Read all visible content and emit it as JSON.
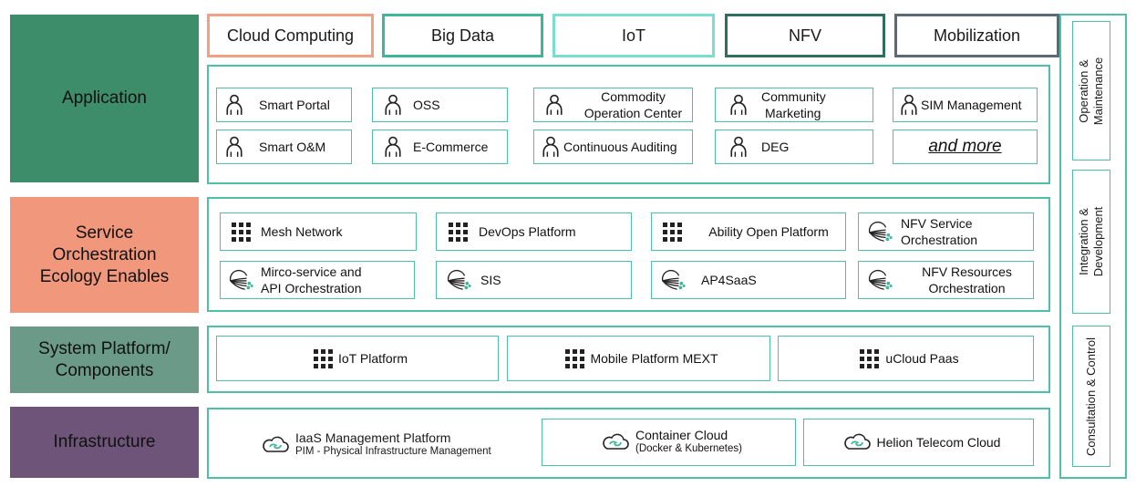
{
  "tabs": [
    {
      "label": "Cloud Computing",
      "color": "#f0a085"
    },
    {
      "label": "Big Data",
      "color": "#3fb59b"
    },
    {
      "label": "IoT",
      "color": "#79ddd0"
    },
    {
      "label": "NFV",
      "color": "#2e6e5e"
    },
    {
      "label": "Mobilization",
      "color": "#5a6a78"
    }
  ],
  "layers": [
    {
      "label": "Application",
      "color": "#3d8c6a"
    },
    {
      "label": "Service Orchestration Ecology Enables",
      "line1": "Service",
      "line2": "Orchestration",
      "line3": "Ecology Enables",
      "color": "#f0977c"
    },
    {
      "label": "System Platform/ Components",
      "line1": "System Platform/",
      "line2": "Components",
      "color": "#6b9a88"
    },
    {
      "label": "Infrastructure",
      "color": "#6e5478"
    }
  ],
  "application": {
    "items": [
      {
        "label": "Smart Portal",
        "icon": "user-icon"
      },
      {
        "label": "OSS",
        "icon": "user-icon"
      },
      {
        "label": "Commodity Operation Center",
        "line1": "Commodity",
        "line2": "Operation Center",
        "icon": "user-icon"
      },
      {
        "label": "Community Marketing",
        "line1": "Community",
        "line2": "Marketing",
        "icon": "user-icon"
      },
      {
        "label": "SIM Management",
        "icon": "user-icon"
      },
      {
        "label": "Smart O&M",
        "icon": "user-icon"
      },
      {
        "label": "E-Commerce",
        "icon": "user-icon"
      },
      {
        "label": "Continuous Auditing",
        "icon": "user-icon"
      },
      {
        "label": "DEG",
        "icon": "user-icon"
      }
    ],
    "more": "and more"
  },
  "service": {
    "items": [
      {
        "label": "Mesh Network",
        "icon": "grid-icon"
      },
      {
        "label": "DevOps Platform",
        "icon": "grid-icon"
      },
      {
        "label": "Ability Open Platform",
        "icon": "grid-icon"
      },
      {
        "label": "NFV Service Orchestration",
        "line1": "NFV Service",
        "line2": "Orchestration",
        "icon": "orchestration-icon"
      },
      {
        "label": "Mirco-service and API Orchestration",
        "line1": "Mirco-service and",
        "line2": "API Orchestration",
        "icon": "orchestration-icon"
      },
      {
        "label": "SIS",
        "icon": "orchestration-icon"
      },
      {
        "label": "AP4SaaS",
        "icon": "orchestration-icon"
      },
      {
        "label": "NFV Resources Orchestration",
        "line1": "NFV Resources",
        "line2": "Orchestration",
        "icon": "orchestration-icon"
      }
    ]
  },
  "platform": {
    "items": [
      {
        "label": "IoT Platform",
        "icon": "grid-icon"
      },
      {
        "label": "Mobile Platform MEXT",
        "icon": "grid-icon"
      },
      {
        "label": "uCloud Paas",
        "icon": "grid-icon"
      }
    ]
  },
  "infrastructure": {
    "items": [
      {
        "label": "IaaS Management Platform",
        "sub": "PIM - Physical Infrastructure Management",
        "icon": "cloud-icon"
      },
      {
        "label": "Container Cloud",
        "sub": "(Docker & Kubernetes)",
        "icon": "cloud-icon"
      },
      {
        "label": "Helion Telecom Cloud",
        "icon": "cloud-icon"
      }
    ]
  },
  "side": [
    {
      "line1": "Operation &",
      "line2": "Maintenance"
    },
    {
      "line1": "Integration &",
      "line2": "Development"
    },
    {
      "line1": "Consultation & Control"
    }
  ]
}
